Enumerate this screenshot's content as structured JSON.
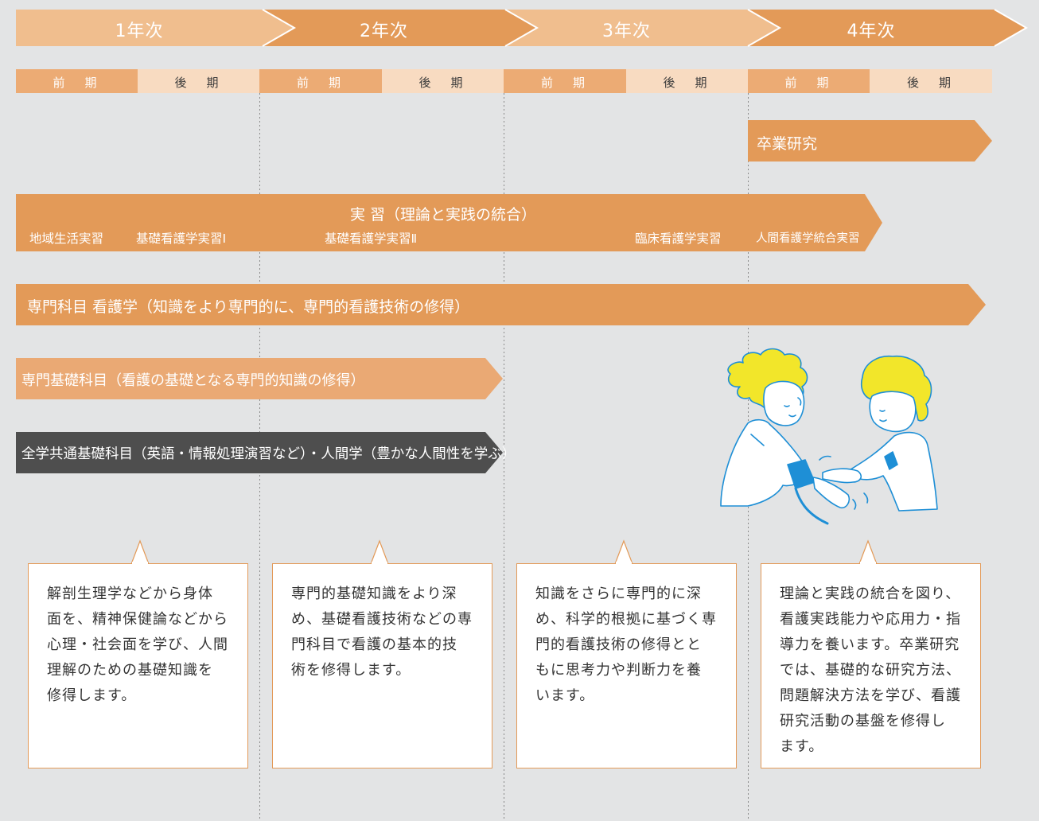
{
  "years": [
    "1年次",
    "2年次",
    "3年次",
    "4年次"
  ],
  "terms": [
    "前　期",
    "後　期",
    "前　期",
    "後　期",
    "前　期",
    "後　期",
    "前　期",
    "後　期"
  ],
  "bars": {
    "graduation_research": "卒業研究",
    "practicum_title": "実 習（理論と実践の統合）",
    "practicum_items": [
      "地域生活実習",
      "基礎看護学実習Ⅰ",
      "基礎看護学実習Ⅱ",
      "臨床看護学実習",
      "人間看護学統合実習"
    ],
    "nursing_specialty": "専門科目 看護学（知識をより専門的に、専門的看護技術の修得）",
    "specialty_basics": "専門基礎科目（看護の基礎となる専門的知識の修得）",
    "general_basics": "全学共通基礎科目（英語・情報処理演習など）・人間学（豊かな人間性を学ぶ）"
  },
  "descriptions": [
    [
      "解剖生理学などから身体",
      "面を、精神保健論などから",
      "心理・社会面を学び、人間",
      "理解のための基礎知識を",
      "修得します。"
    ],
    [
      "専門的基礎知識をより深",
      "め、基礎看護技術などの専",
      "門科目で看護の基本的技",
      "術を修得します。"
    ],
    [
      "知識をさらに専門的に深",
      "め、科学的根拠に基づく専",
      "門的看護技術の修得とと",
      "もに思考力や判断力を養",
      "います。"
    ],
    [
      "理論と実践の統合を図り、",
      "看護実践能力や応用力・指",
      "導力を養います。卒業研究",
      "では、基礎的な研究方法、",
      "問題解決方法を学び、看護",
      "研究活動の基盤を修得し",
      "ます。"
    ]
  ],
  "colors": {
    "background": "#e3e4e5",
    "year_light": "#f0be8e",
    "year_dark": "#e39a58",
    "bar_orange": "#e39a58",
    "bar_light": "#eaa974",
    "bar_gray": "#4e4e4e",
    "term_light": "#f8dbc1",
    "term_mid": "#ecab74",
    "illustration_hair": "#f2e62a",
    "illustration_cuff": "#1e8fd6"
  }
}
